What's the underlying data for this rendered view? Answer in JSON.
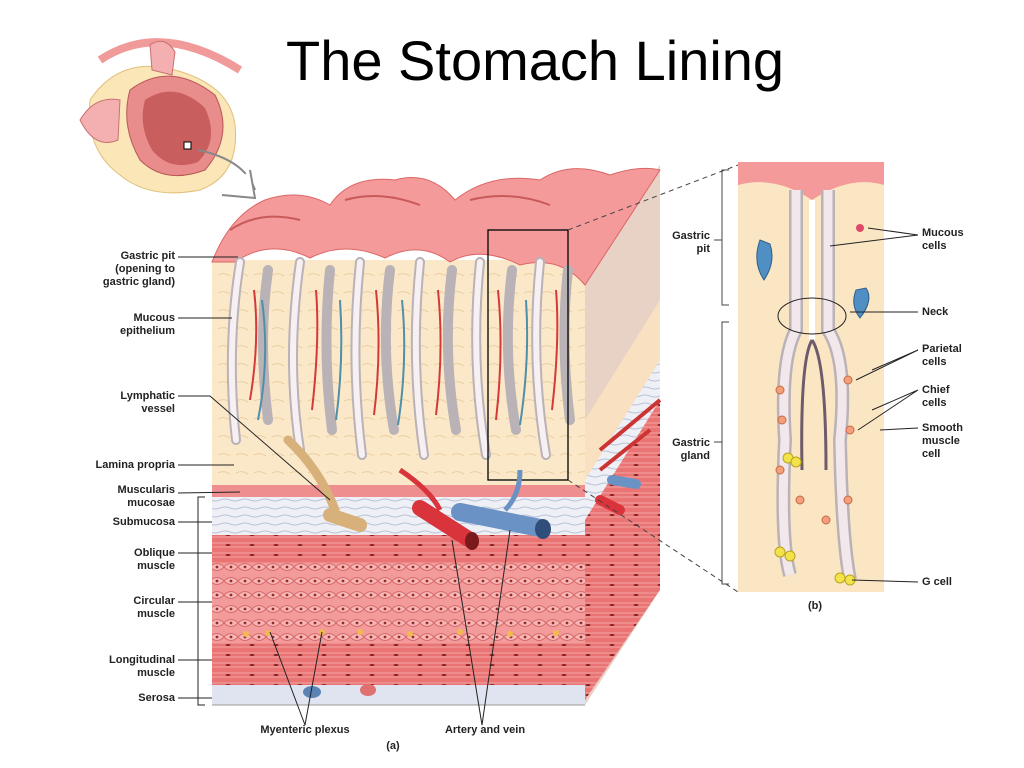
{
  "title": "The Stomach Lining",
  "labels_a": {
    "gastric_pit": "Gastric pit\n(opening to\ngastric gland)",
    "mucous_epithelium": "Mucous\nepithelium",
    "lymphatic_vessel": "Lymphatic\nvessel",
    "lamina_propria": "Lamina propria",
    "muscularis_mucosae": "Muscularis\nmucosae",
    "submucosa": "Submucosa",
    "oblique_muscle": "Oblique\nmuscle",
    "circular_muscle": "Circular\nmuscle",
    "longitudinal_muscle": "Longitudinal\nmuscle",
    "serosa": "Serosa",
    "myenteric_plexus": "Myenteric plexus",
    "artery_and_vein": "Artery and vein",
    "panel": "(a)"
  },
  "labels_b": {
    "gastric_pit": "Gastric\npit",
    "gastric_gland": "Gastric\ngland",
    "mucous_cells": "Mucous\ncells",
    "neck": "Neck",
    "parietal_cells": "Parietal\ncells",
    "chief_cells": "Chief\ncells",
    "smooth_muscle_cell": "Smooth\nmuscle\ncell",
    "g_cell": "G cell",
    "panel": "(b)"
  },
  "colors": {
    "mucosa": "#f6a6a6",
    "mucosa_dark": "#e07a7a",
    "lamina": "#fbe6c4",
    "muscle": "#e86b6b",
    "submucosa": "#e8ecf4",
    "vein": "#6a92c4",
    "artery": "#d9333b",
    "lymph": "#d8b07a"
  }
}
